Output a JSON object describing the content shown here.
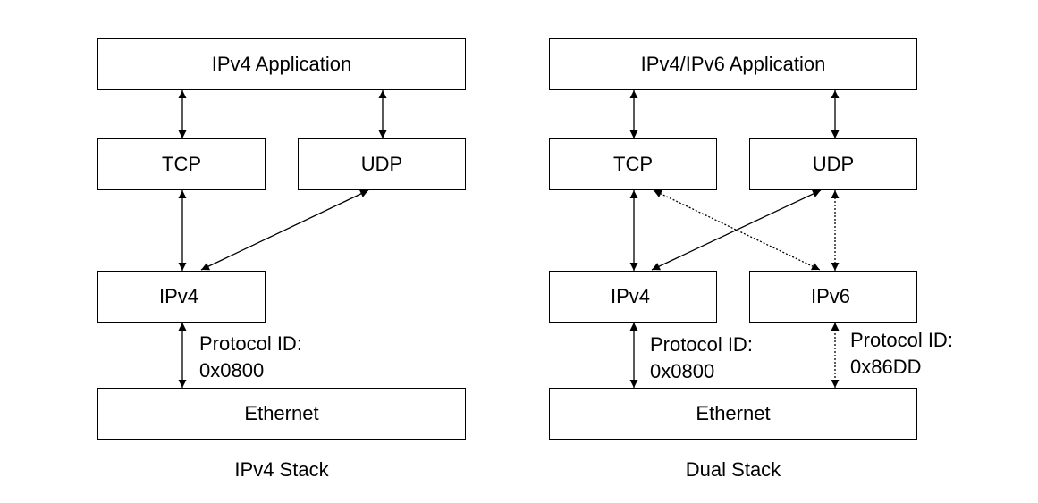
{
  "ipv4_stack": {
    "app": "IPv4 Application",
    "tcp": "TCP",
    "udp": "UDP",
    "ip": "IPv4",
    "ethernet": "Ethernet",
    "protocol_label": "Protocol ID:",
    "protocol_value": "0x0800",
    "caption": "IPv4 Stack"
  },
  "dual_stack": {
    "app": "IPv4/IPv6 Application",
    "tcp": "TCP",
    "udp": "UDP",
    "ipv4": "IPv4",
    "ipv6": "IPv6",
    "ethernet": "Ethernet",
    "ipv4_protocol_label": "Protocol ID:",
    "ipv4_protocol_value": "0x0800",
    "ipv6_protocol_label": "Protocol ID:",
    "ipv6_protocol_value": "0x86DD",
    "caption": "Dual Stack"
  }
}
